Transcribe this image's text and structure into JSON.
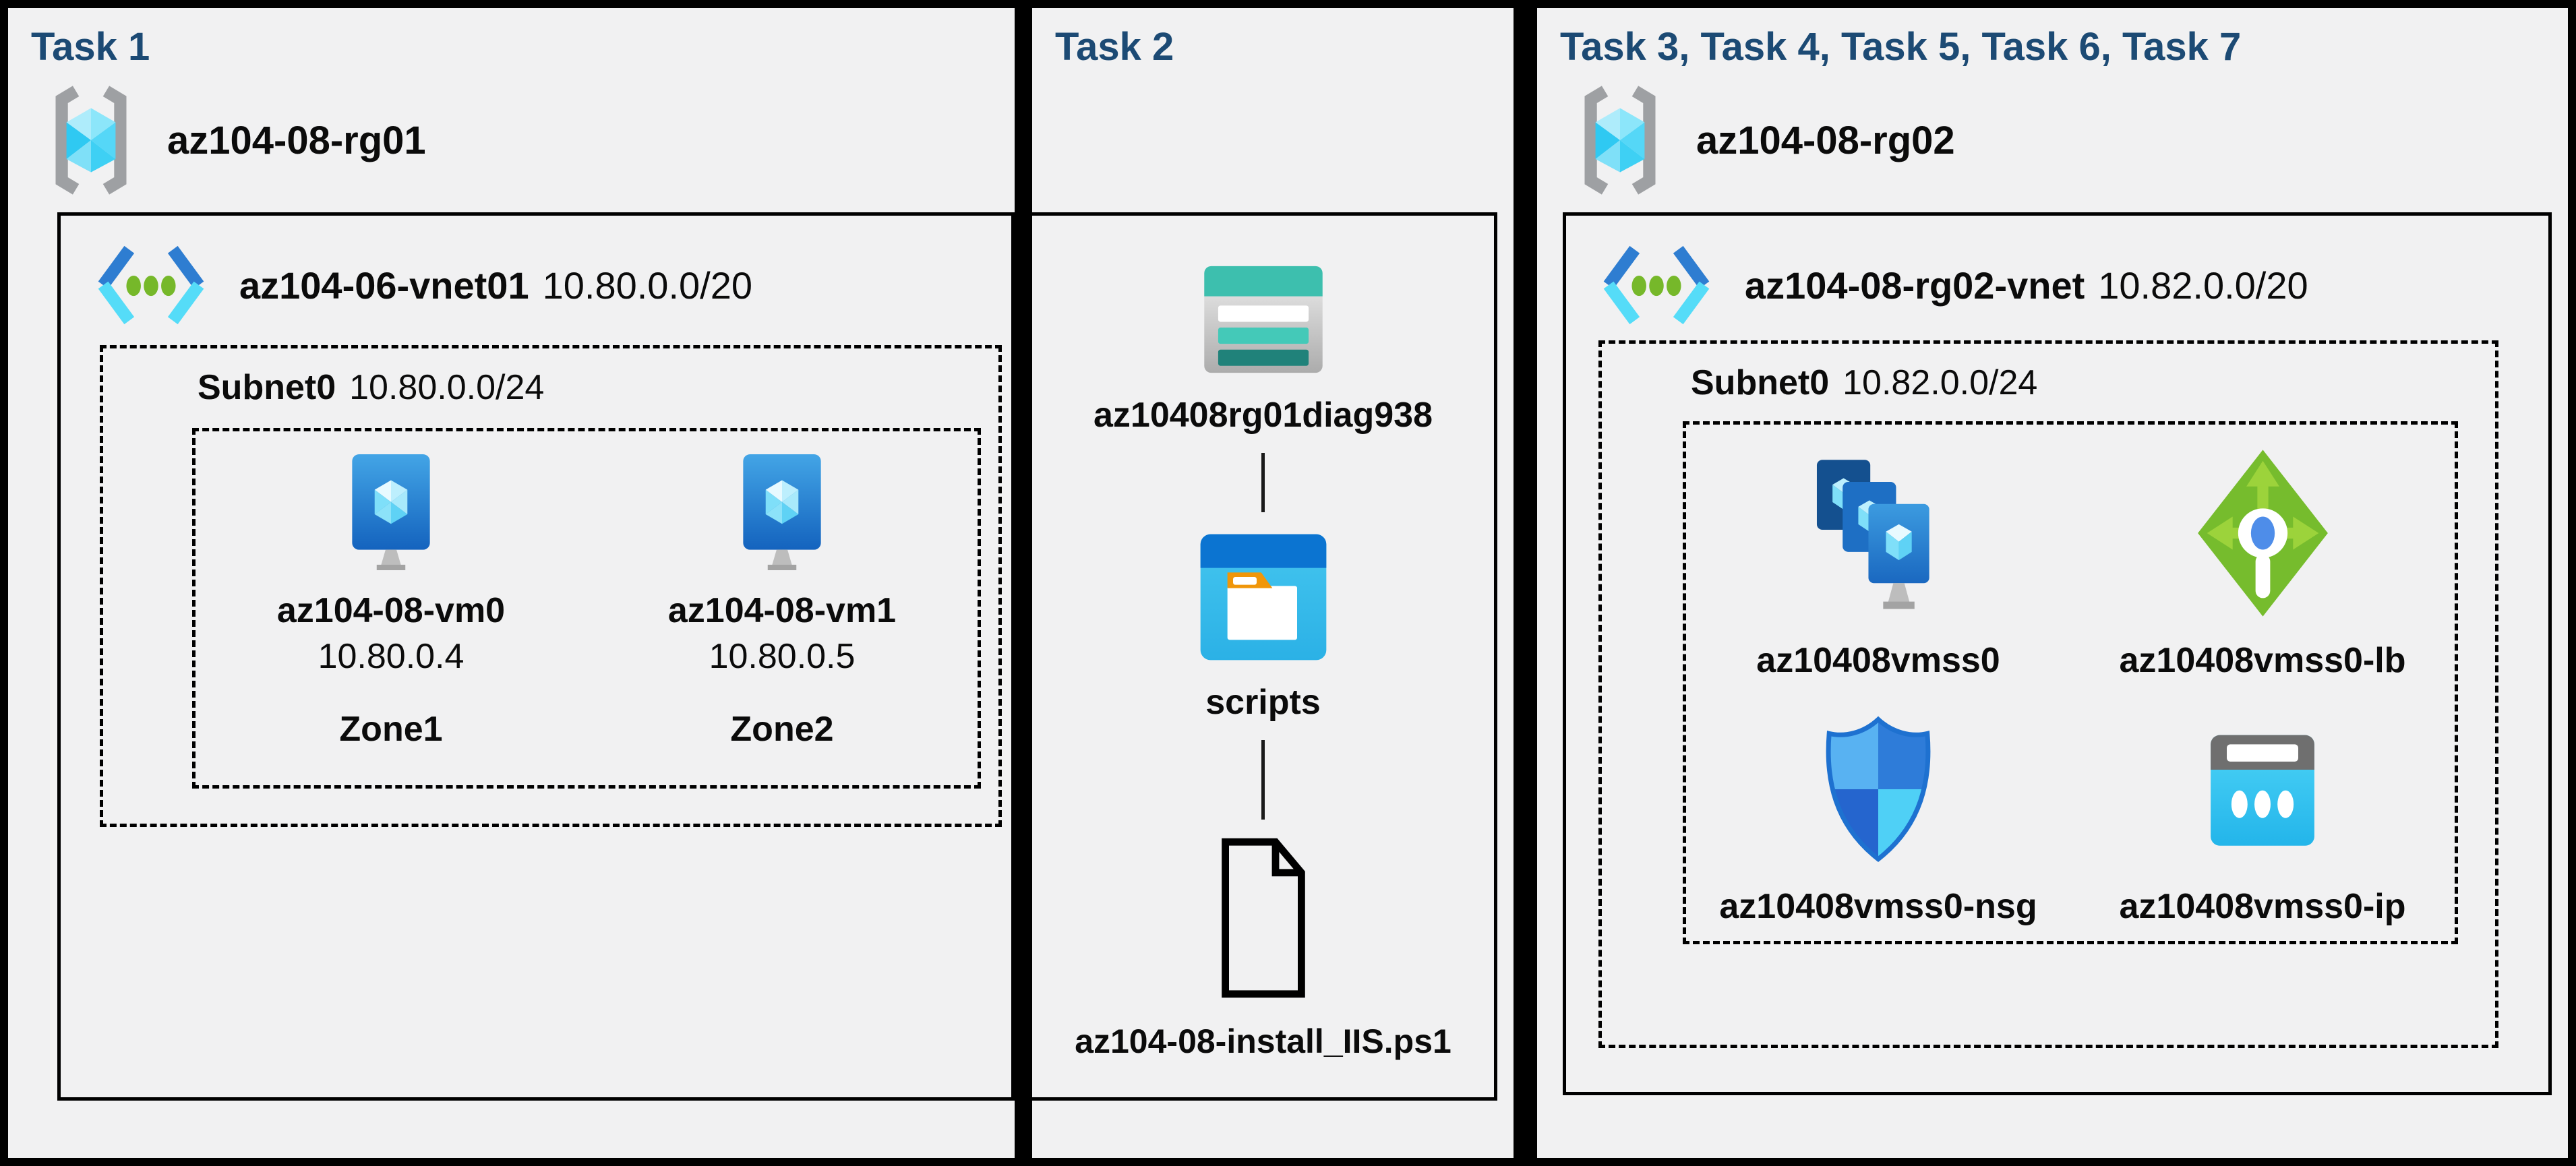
{
  "colors": {
    "title_navy": "#1C4A74",
    "panel_bg": "#F1F1F2",
    "frame_black": "#000000",
    "azure_blue": "#2E7CD9",
    "azure_cyan": "#50D7F7",
    "storage_teal": "#3DBFAE",
    "lb_green": "#76BC2D",
    "folder_orange": "#F09609"
  },
  "panels": [
    {
      "title": "Task 1",
      "resource_group": "az104-08-rg01",
      "vnet": {
        "name": "az104-06-vnet01",
        "cidr": "10.80.0.0/20"
      },
      "subnet": {
        "name": "Subnet0",
        "cidr": "10.80.0.0/24"
      },
      "vms": [
        {
          "name": "az104-08-vm0",
          "ip": "10.80.0.4",
          "zone": "Zone1"
        },
        {
          "name": "az104-08-vm1",
          "ip": "10.80.0.5",
          "zone": "Zone2"
        }
      ]
    },
    {
      "title": "Task 2",
      "storage_account": "az10408rg01diag938",
      "container": "scripts",
      "file": "az104-08-install_IIS.ps1"
    },
    {
      "title": "Task 3, Task 4, Task 5, Task 6, Task 7",
      "resource_group": "az104-08-rg02",
      "vnet": {
        "name": "az104-08-rg02-vnet",
        "cidr": "10.82.0.0/20"
      },
      "subnet": {
        "name": "Subnet0",
        "cidr": "10.82.0.0/24"
      },
      "resources": [
        {
          "name": "az10408vmss0",
          "icon": "vmss-icon"
        },
        {
          "name": "az10408vmss0-lb",
          "icon": "load-balancer-icon"
        },
        {
          "name": "az10408vmss0-nsg",
          "icon": "nsg-shield-icon"
        },
        {
          "name": "az10408vmss0-ip",
          "icon": "public-ip-icon"
        }
      ]
    }
  ]
}
